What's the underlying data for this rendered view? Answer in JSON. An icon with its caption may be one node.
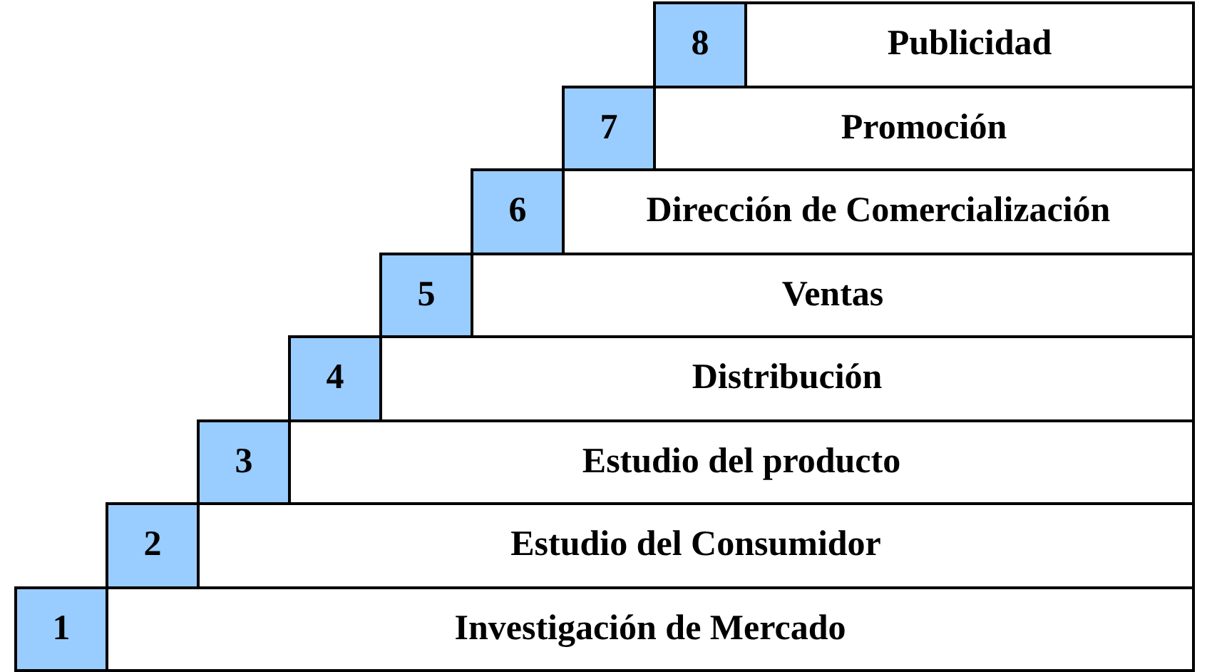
{
  "diagram": {
    "nodes": [
      {
        "text": [
          "8"
        ]
      },
      {
        "text": [
          "Publicidad"
        ]
      },
      {
        "text": [
          "7"
        ]
      },
      {
        "text": [
          "Promoción"
        ]
      },
      {
        "text": [
          "6"
        ]
      },
      {
        "text": [
          "Dirección de Comercialización"
        ]
      },
      {
        "text": [
          "5"
        ]
      },
      {
        "text": [
          "Ventas"
        ]
      },
      {
        "text": [
          "4"
        ]
      },
      {
        "text": [
          "Distribución"
        ]
      },
      {
        "text": [
          "3"
        ]
      },
      {
        "text": [
          "Estudio del producto"
        ]
      },
      {
        "text": [
          "2"
        ]
      },
      {
        "text": [
          "Estudio del Consumidor"
        ]
      },
      {
        "text": [
          "1"
        ]
      },
      {
        "text": [
          "Investigación de Mercado"
        ]
      }
    ]
  }
}
